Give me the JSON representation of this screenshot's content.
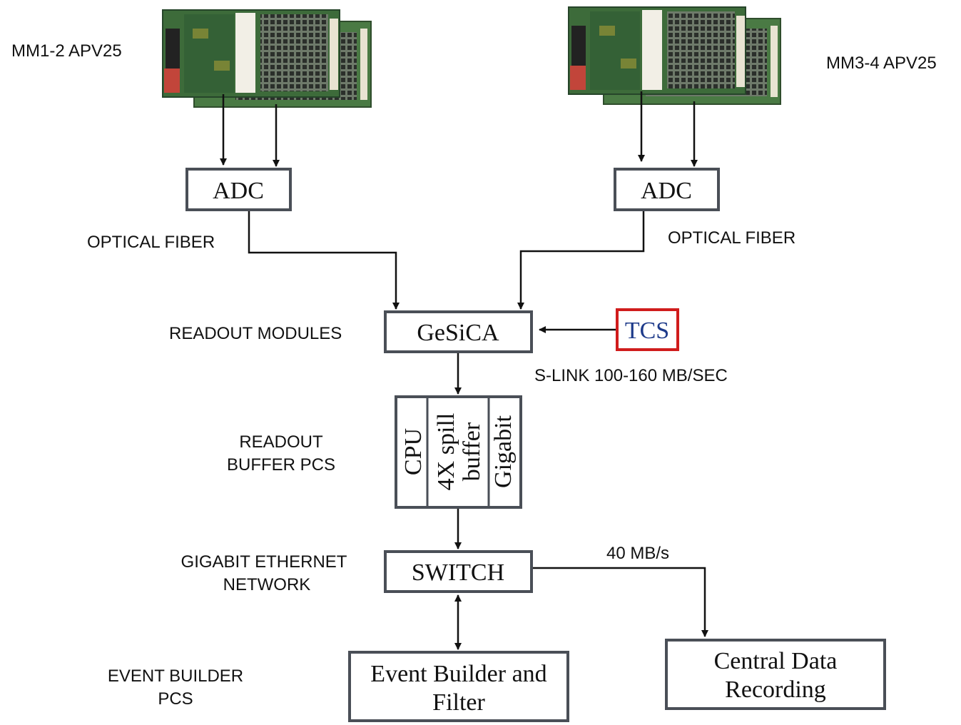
{
  "side_labels": {
    "mm12": "MM1-2 APV25",
    "mm34": "MM3-4 APV25",
    "optical_left": "OPTICAL FIBER",
    "optical_right": "OPTICAL FIBER",
    "readout_modules": "READOUT MODULES",
    "slink": "S-LINK 100-160 MB/SEC",
    "readout_buffer_1": "READOUT",
    "readout_buffer_2": "BUFFER PCS",
    "gigabit_1": "GIGABIT ETHERNET",
    "gigabit_2": "NETWORK",
    "rate": "40 MB/s",
    "event_builder_1": "EVENT BUILDER",
    "event_builder_2": "PCS"
  },
  "boxes": {
    "adc_left": "ADC",
    "adc_right": "ADC",
    "gesica": "GeSiCA",
    "tcs": "TCS",
    "switch": "SWITCH",
    "event_builder_1": "Event Builder and",
    "event_builder_2": "Filter",
    "central_1": "Central Data",
    "central_2": "Recording"
  },
  "buffer_columns": {
    "cpu": "CPU",
    "spill_1": "4X spill",
    "spill_2": "buffer",
    "gigabit": "Gigabit"
  },
  "colors": {
    "box_border": "#4a4f57",
    "tcs_border": "#d01c1c",
    "tcs_text": "#1d3a8a",
    "pcb_green": "#3d6b3a"
  }
}
